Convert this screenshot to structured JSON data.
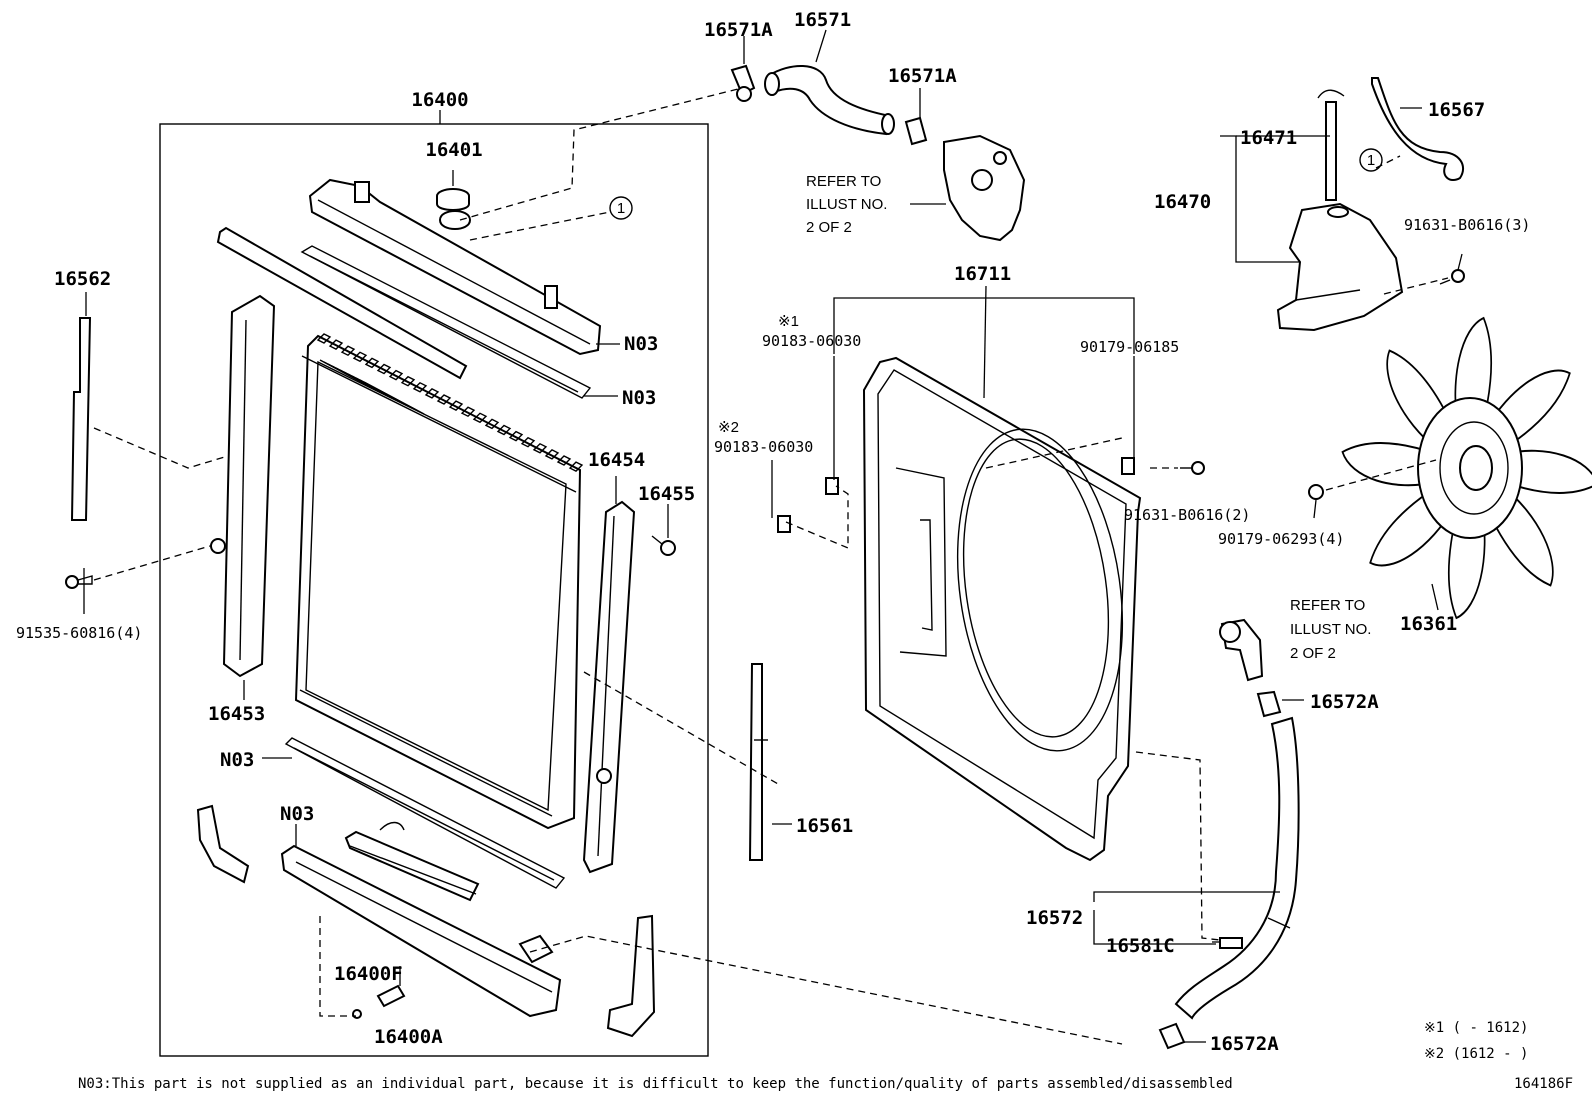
{
  "labels": {
    "p16400": "16400",
    "p16401": "16401",
    "p16562": "16562",
    "p91535": "91535-60816(4)",
    "p16453": "16453",
    "p16454": "16454",
    "p16455": "16455",
    "n03a": "N03",
    "n03b": "N03",
    "n03c": "N03",
    "n03d": "N03",
    "p16400F": "16400F",
    "p16400A": "16400A",
    "p16571A_1": "16571A",
    "p16571": "16571",
    "p16571A_2": "16571A",
    "refer1": [
      "REFER TO",
      "ILLUST NO.",
      "2 OF 2"
    ],
    "p16711": "16711",
    "mark1": "※1",
    "p90183a": "90183-06030",
    "mark2": "※2",
    "p90183b": "90183-06030",
    "p90179a": "90179-06185",
    "p91631a": "91631-B0616(2)",
    "p16561": "16561",
    "p16567": "16567",
    "p16471": "16471",
    "p16470": "16470",
    "p91631b": "91631-B0616(3)",
    "p90179b": "90179-06293(4)",
    "p16361": "16361",
    "refer2": [
      "REFER TO",
      "ILLUST NO.",
      "2 OF 2"
    ],
    "p16572A_1": "16572A",
    "p16572": "16572",
    "p16581C": "16581C",
    "p16572A_2": "16572A",
    "circle1a": "1",
    "circle1b": "1"
  },
  "footnotes": {
    "note1": "※1 (       - 1612)",
    "note2": "※2 (1612 -      )",
    "n03_text": "N03:This part is not supplied as an individual part, because it is difficult to keep the function/quality of parts assembled/disassembled",
    "illust_id": "164186F"
  }
}
